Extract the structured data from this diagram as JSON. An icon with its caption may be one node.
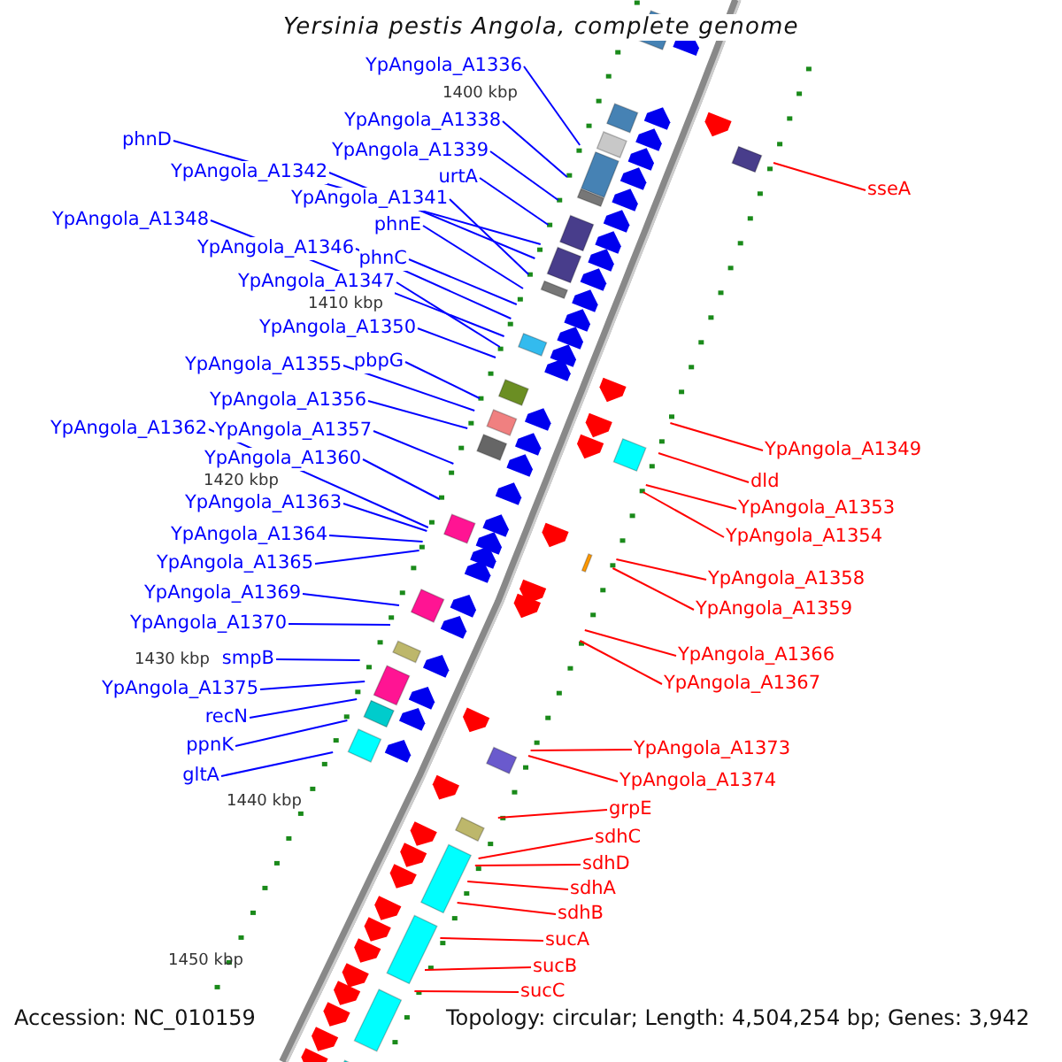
{
  "diagram": {
    "title": "Yersinia pestis Angola, complete genome",
    "nodes": [
      {
        "text": [
          "YpAngola_A1336"
        ]
      },
      {
        "text": [
          "YpAngola_A1338"
        ]
      },
      {
        "text": [
          "YpAngola_A1339"
        ]
      },
      {
        "text": [
          "urtA"
        ]
      },
      {
        "text": [
          "phnD"
        ]
      },
      {
        "text": [
          "YpAngola_A1342"
        ]
      },
      {
        "text": [
          "YpAngola_A1341"
        ]
      },
      {
        "text": [
          "phnE"
        ]
      },
      {
        "text": [
          "YpAngola_A1348"
        ]
      },
      {
        "text": [
          "YpAngola_A1346"
        ]
      },
      {
        "text": [
          "phnC"
        ]
      },
      {
        "text": [
          "YpAngola_A1347"
        ]
      },
      {
        "text": [
          "YpAngola_A1350"
        ]
      },
      {
        "text": [
          "YpAngola_A1355"
        ]
      },
      {
        "text": [
          "pbpG"
        ]
      },
      {
        "text": [
          "YpAngola_A1356"
        ]
      },
      {
        "text": [
          "YpAngola_A1362"
        ]
      },
      {
        "text": [
          "YpAngola_A1357"
        ]
      },
      {
        "text": [
          "YpAngola_A1360"
        ]
      },
      {
        "text": [
          "YpAngola_A1363"
        ]
      },
      {
        "text": [
          "YpAngola_A1364"
        ]
      },
      {
        "text": [
          "YpAngola_A1365"
        ]
      },
      {
        "text": [
          "YpAngola_A1369"
        ]
      },
      {
        "text": [
          "YpAngola_A1370"
        ]
      },
      {
        "text": [
          "smpB"
        ]
      },
      {
        "text": [
          "YpAngola_A1375"
        ]
      },
      {
        "text": [
          "recN"
        ]
      },
      {
        "text": [
          "ppnK"
        ]
      },
      {
        "text": [
          "gltA"
        ]
      },
      {
        "text": [
          "sseA"
        ]
      },
      {
        "text": [
          "YpAngola_A1349"
        ]
      },
      {
        "text": [
          "dld"
        ]
      },
      {
        "text": [
          "YpAngola_A1353"
        ]
      },
      {
        "text": [
          "YpAngola_A1354"
        ]
      },
      {
        "text": [
          "YpAngola_A1358"
        ]
      },
      {
        "text": [
          "YpAngola_A1359"
        ]
      },
      {
        "text": [
          "YpAngola_A1366"
        ]
      },
      {
        "text": [
          "YpAngola_A1367"
        ]
      },
      {
        "text": [
          "YpAngola_A1373"
        ]
      },
      {
        "text": [
          "YpAngola_A1374"
        ]
      },
      {
        "text": [
          "grpE"
        ]
      },
      {
        "text": [
          "sdhC"
        ]
      },
      {
        "text": [
          "sdhD"
        ]
      },
      {
        "text": [
          "sdhA"
        ]
      },
      {
        "text": [
          "sdhB"
        ]
      },
      {
        "text": [
          "sucA"
        ]
      },
      {
        "text": [
          "sucB"
        ]
      },
      {
        "text": [
          "sucC"
        ]
      }
    ],
    "edges": [
      {
        "from": 0,
        "to": null,
        "arrow": "none"
      },
      {
        "from": 1,
        "to": null,
        "arrow": "none"
      },
      {
        "from": 2,
        "to": null,
        "arrow": "none"
      },
      {
        "from": 3,
        "to": null,
        "arrow": "none"
      },
      {
        "from": 4,
        "to": null,
        "arrow": "none"
      },
      {
        "from": 5,
        "to": null,
        "arrow": "none"
      },
      {
        "from": 6,
        "to": null,
        "arrow": "none"
      },
      {
        "from": 7,
        "to": null,
        "arrow": "none"
      },
      {
        "from": 8,
        "to": null,
        "arrow": "none"
      },
      {
        "from": 9,
        "to": null,
        "arrow": "none"
      },
      {
        "from": 10,
        "to": null,
        "arrow": "none"
      },
      {
        "from": 11,
        "to": null,
        "arrow": "none"
      },
      {
        "from": 12,
        "to": null,
        "arrow": "none"
      },
      {
        "from": 13,
        "to": null,
        "arrow": "none"
      },
      {
        "from": 14,
        "to": null,
        "arrow": "none"
      },
      {
        "from": 15,
        "to": null,
        "arrow": "none"
      },
      {
        "from": 16,
        "to": null,
        "arrow": "none"
      },
      {
        "from": 17,
        "to": null,
        "arrow": "none"
      },
      {
        "from": 18,
        "to": null,
        "arrow": "none"
      },
      {
        "from": 19,
        "to": null,
        "arrow": "none"
      },
      {
        "from": 20,
        "to": null,
        "arrow": "none"
      },
      {
        "from": 21,
        "to": null,
        "arrow": "none"
      },
      {
        "from": 22,
        "to": null,
        "arrow": "none"
      },
      {
        "from": 23,
        "to": null,
        "arrow": "none"
      },
      {
        "from": 24,
        "to": null,
        "arrow": "none"
      },
      {
        "from": 25,
        "to": null,
        "arrow": "none"
      },
      {
        "from": 26,
        "to": null,
        "arrow": "none"
      },
      {
        "from": 27,
        "to": null,
        "arrow": "none"
      },
      {
        "from": 28,
        "to": null,
        "arrow": "none"
      },
      {
        "from": 29,
        "to": null,
        "arrow": "none",
        "color": "#ff0000"
      },
      {
        "from": 30,
        "to": null,
        "arrow": "none",
        "color": "#ff0000"
      },
      {
        "from": 31,
        "to": null,
        "arrow": "none",
        "color": "#ff0000"
      },
      {
        "from": 32,
        "to": null,
        "arrow": "none",
        "color": "#ff0000"
      },
      {
        "from": 33,
        "to": null,
        "arrow": "none",
        "color": "#ff0000"
      },
      {
        "from": 34,
        "to": null,
        "arrow": "none",
        "color": "#ff0000"
      },
      {
        "from": 35,
        "to": null,
        "arrow": "none",
        "color": "#ff0000"
      },
      {
        "from": 36,
        "to": null,
        "arrow": "none",
        "color": "#ff0000"
      },
      {
        "from": 37,
        "to": null,
        "arrow": "none",
        "color": "#ff0000"
      },
      {
        "from": 38,
        "to": null,
        "arrow": "none",
        "color": "#ff0000"
      },
      {
        "from": 39,
        "to": null,
        "arrow": "none",
        "color": "#ff0000"
      },
      {
        "from": 40,
        "to": null,
        "arrow": "none",
        "color": "#ff0000"
      },
      {
        "from": 41,
        "to": null,
        "arrow": "none",
        "color": "#ff0000"
      },
      {
        "from": 42,
        "to": null,
        "arrow": "none",
        "color": "#ff0000"
      },
      {
        "from": 43,
        "to": null,
        "arrow": "none",
        "color": "#ff0000"
      },
      {
        "from": 44,
        "to": null,
        "arrow": "none",
        "color": "#ff0000"
      },
      {
        "from": 45,
        "to": null,
        "arrow": "none",
        "color": "#ff0000"
      },
      {
        "from": 46,
        "to": null,
        "arrow": "none",
        "color": "#ff0000"
      },
      {
        "from": 47,
        "to": null,
        "arrow": "none",
        "color": "#ff0000"
      }
    ],
    "labels": [
      "1400 kbp",
      "1410 kbp",
      "1420 kbp",
      "1430 kbp",
      "1440 kbp",
      "1450 kbp",
      "Accession: NC_010159",
      "Topology: circular; Length: 4,504,254 bp; Genes: 3,942"
    ]
  }
}
